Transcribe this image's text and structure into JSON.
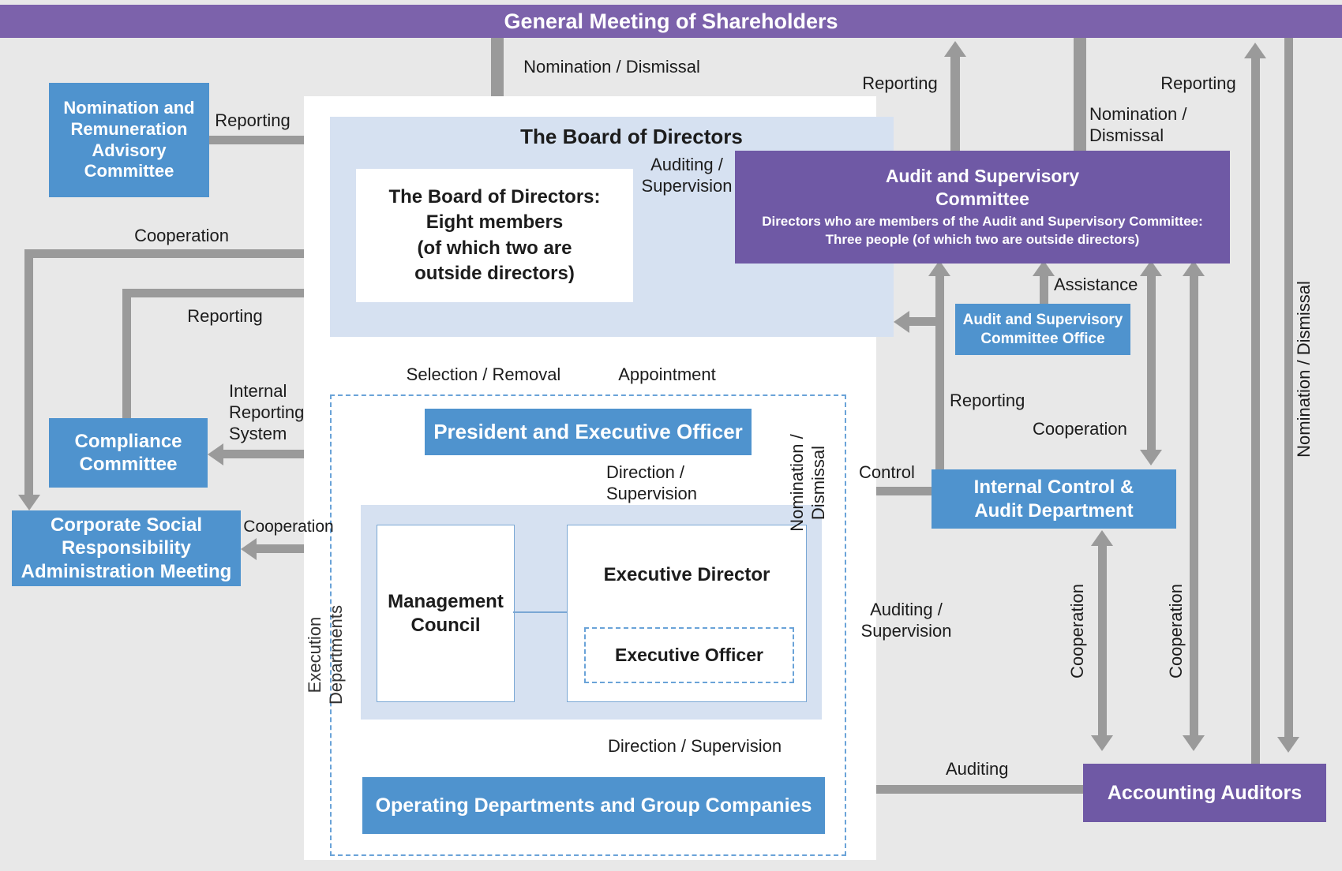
{
  "banner": {
    "title": "General Meeting of Shareholders"
  },
  "boxes": {
    "nomination": "Nomination and\nRemuneration\nAdvisory\nCommittee",
    "compliance": "Compliance\nCommittee",
    "csr": "Corporate Social\nResponsibility\nAdministration Meeting",
    "board_title": "The Board of Directors",
    "board_detail": "The Board of Directors:\nEight members\n(of which two are\noutside directors)",
    "audit_committee_title": "Audit and Supervisory\nCommittee",
    "audit_committee_subtitle": "Directors who are members of the Audit and Supervisory Committee: Three people (of which two are outside directors)",
    "audit_office": "Audit and Supervisory\nCommittee Office",
    "president": "President and Executive Officer",
    "management_council": "Management\nCouncil",
    "executive_director": "Executive Director",
    "executive_officer": "Executive Officer",
    "internal_control": "Internal Control &\nAudit Department",
    "operating": "Operating Departments and Group Companies",
    "accounting": "Accounting Auditors",
    "execution": "Execution\nDepartments"
  },
  "labels": {
    "nd_top": "Nomination / Dismissal",
    "reporting_nom": "Reporting",
    "cooperation_board": "Cooperation",
    "reporting_board": "Reporting",
    "irs": "Internal\nReporting\nSystem",
    "cooperation_exec": "Cooperation",
    "selection": "Selection / Removal",
    "appointment": "Appointment",
    "direction1": "Direction /\nSupervision",
    "direction2": "Direction / Supervision",
    "auditing_supervision_board": "Auditing /\nSupervision",
    "reporting_up1": "Reporting",
    "nd_committee": "Nomination /\nDismissal",
    "reporting_up2": "Reporting",
    "assistance": "Assistance",
    "reporting_ic": "Reporting",
    "cooperation_ic": "Cooperation",
    "control": "Control",
    "nd_officer": "Nomination /\nDismissal",
    "auditing_supervision_exec": "Auditing /\nSupervision",
    "coop_ic_auditors": "Cooperation",
    "coop_auditors_committee": "Cooperation",
    "auditing": "Auditing",
    "nd_auditors": "Nomination / Dismissal"
  },
  "colors": {
    "banner_purple": "#7c62ab",
    "box_purple": "#6f59a5",
    "box_blue": "#4f93ce",
    "light_blue_container": "#d6e1f1",
    "background_gray": "#e8e8e8",
    "arrow_gray": "#9a9a9a",
    "dashed_blue": "#6aa3d8"
  }
}
